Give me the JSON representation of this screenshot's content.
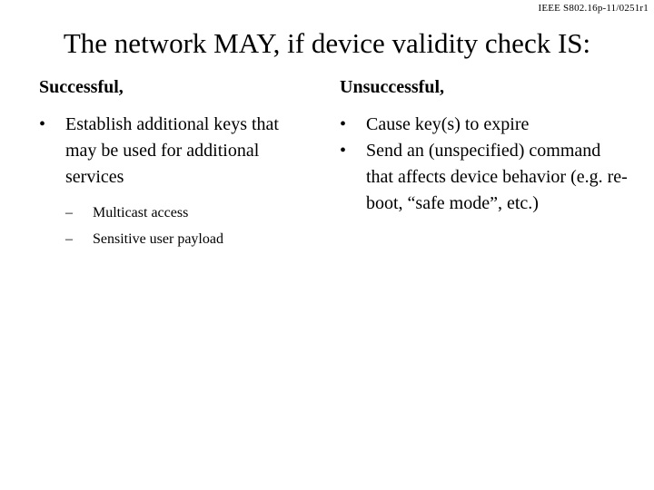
{
  "header": {
    "doc_id": "IEEE  S802.16p-11/0251r1"
  },
  "title": "The network MAY, if device validity check IS:",
  "left": {
    "heading": "Successful,",
    "bullets": [
      "Establish additional keys that may be used for additional services"
    ],
    "sub_bullets": [
      "Multicast access",
      "Sensitive user  payload"
    ]
  },
  "right": {
    "heading": "Unsuccessful,",
    "bullets": [
      "Cause key(s) to expire",
      "Send an (unspecified) command that affects device behavior (e.g. re-boot, “safe mode”, etc.)"
    ]
  },
  "glyphs": {
    "bullet": "•",
    "dash": "–"
  }
}
